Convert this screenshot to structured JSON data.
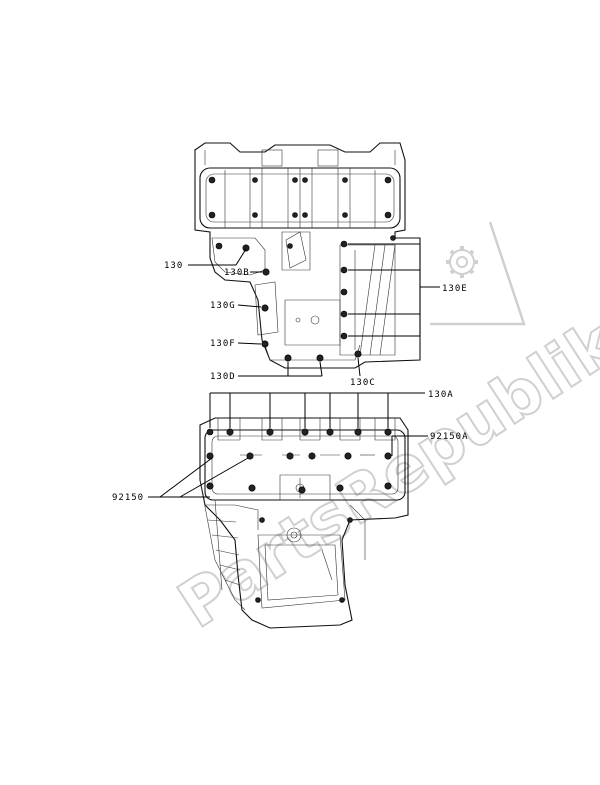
{
  "watermark": {
    "text": "PartsRepublik",
    "color": "#d0d0d0"
  },
  "callouts": {
    "c130": "130",
    "c130B": "130B",
    "c130G": "130G",
    "c130F": "130F",
    "c130D": "130D",
    "c130C": "130C",
    "c130E": "130E",
    "c130A": "130A",
    "c92150A": "92150A",
    "c92150": "92150"
  },
  "icons": [
    "gear-icon"
  ],
  "colors": {
    "line": "#000000",
    "watermark": "#d0d0d0",
    "background": "#ffffff"
  }
}
